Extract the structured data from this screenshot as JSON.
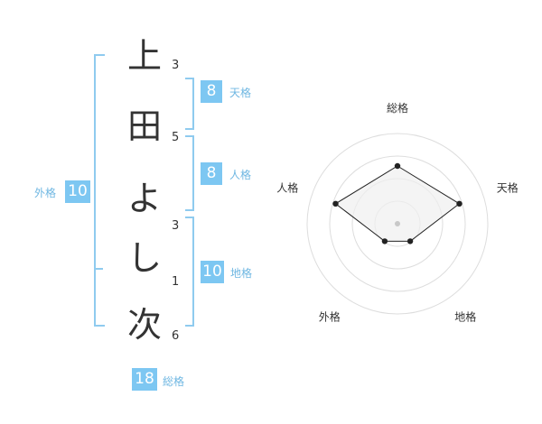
{
  "name": {
    "chars": [
      {
        "char": "上",
        "strokes": "3"
      },
      {
        "char": "田",
        "strokes": "5"
      },
      {
        "char": "よ",
        "strokes": "3"
      },
      {
        "char": "し",
        "strokes": "1"
      },
      {
        "char": "次",
        "strokes": "6"
      }
    ]
  },
  "kakusu": {
    "tenkaku": {
      "value": "8",
      "label": "天格"
    },
    "jinkaku": {
      "value": "8",
      "label": "人格"
    },
    "chikaku": {
      "value": "10",
      "label": "地格"
    },
    "gaikaku": {
      "value": "10",
      "label": "外格"
    },
    "soukaku": {
      "value": "18",
      "label": "総格"
    }
  },
  "colors": {
    "bracket": "#8fcbef",
    "badge": "#7dc7f2",
    "label": "#6fb7e2",
    "text": "#333333"
  },
  "chart_data": {
    "type": "radar",
    "axes": [
      "総格",
      "天格",
      "地格",
      "外格",
      "人格"
    ],
    "values": [
      0.64,
      0.72,
      0.24,
      0.24,
      0.72
    ],
    "range": [
      0,
      1
    ],
    "rings": 4
  }
}
